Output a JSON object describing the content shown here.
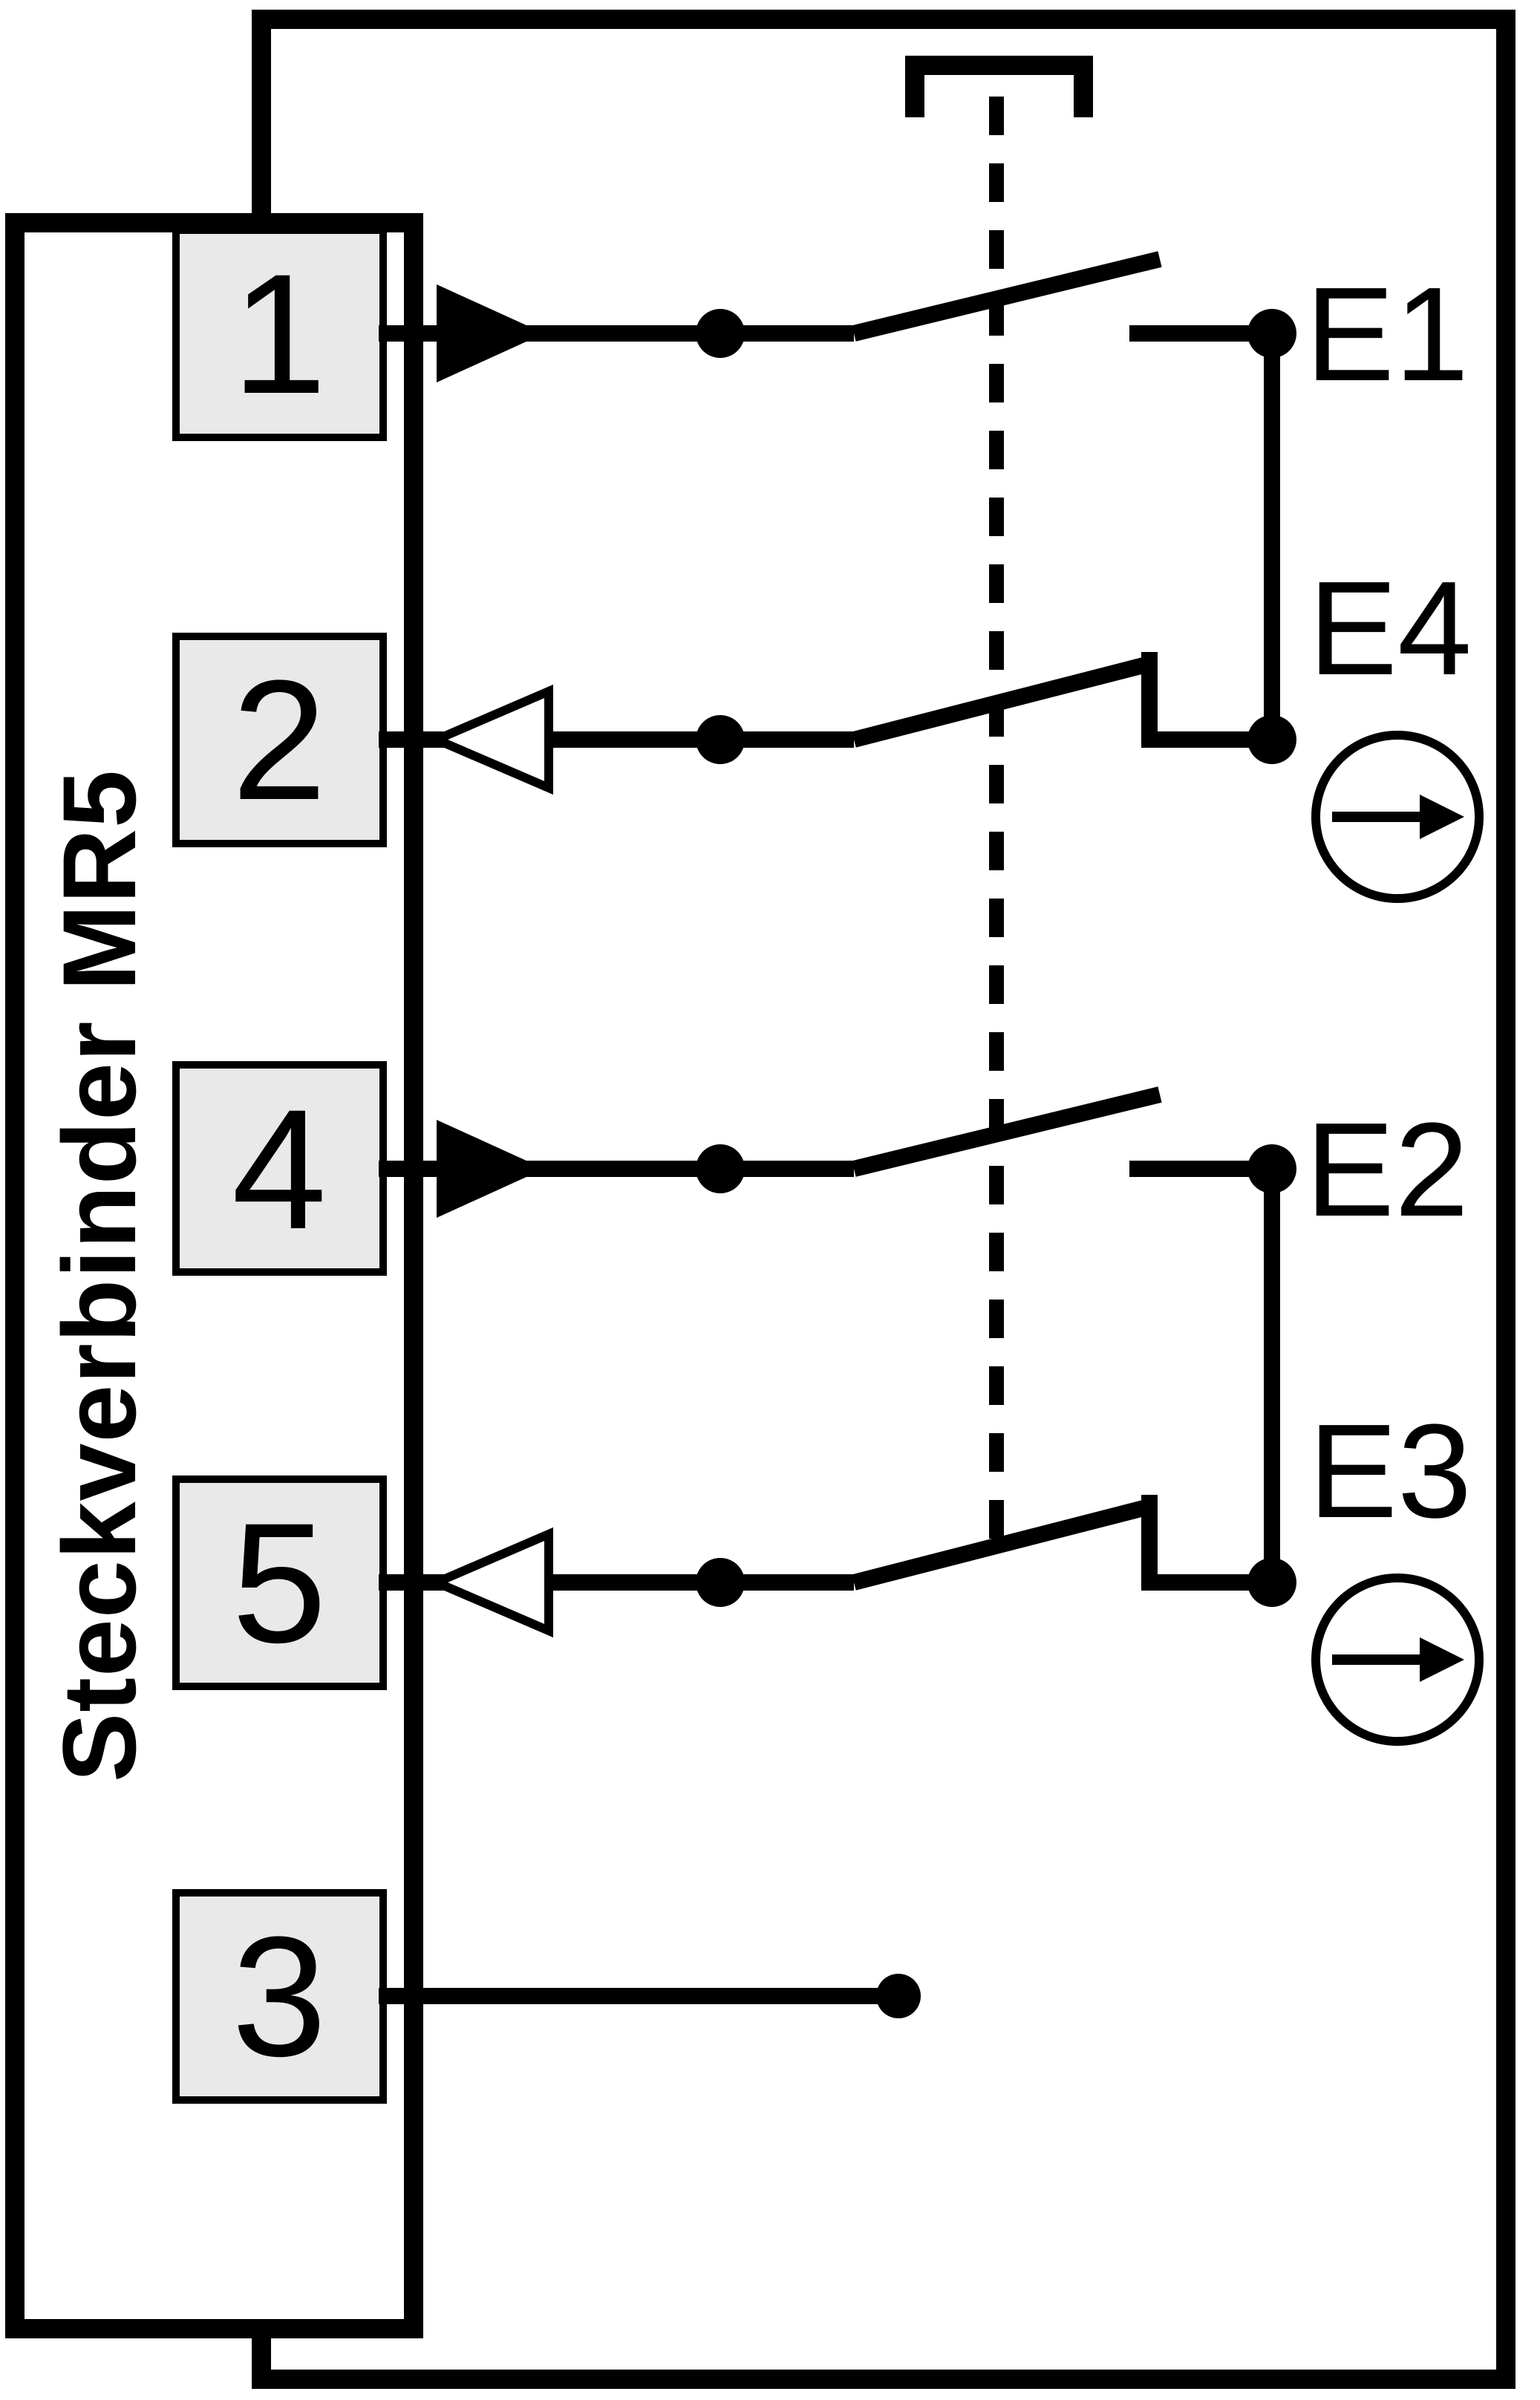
{
  "diagram": {
    "connector_label": "Steckverbinder MR5",
    "pins": [
      {
        "number": "1"
      },
      {
        "number": "2"
      },
      {
        "number": "4"
      },
      {
        "number": "5"
      },
      {
        "number": "3"
      }
    ],
    "signals": {
      "e1": "E1",
      "e4": "E4",
      "e2": "E2",
      "e3": "E3"
    },
    "colors": {
      "line": "#000000",
      "pin_fill": "#e9e9e9",
      "background": "#ffffff"
    }
  }
}
